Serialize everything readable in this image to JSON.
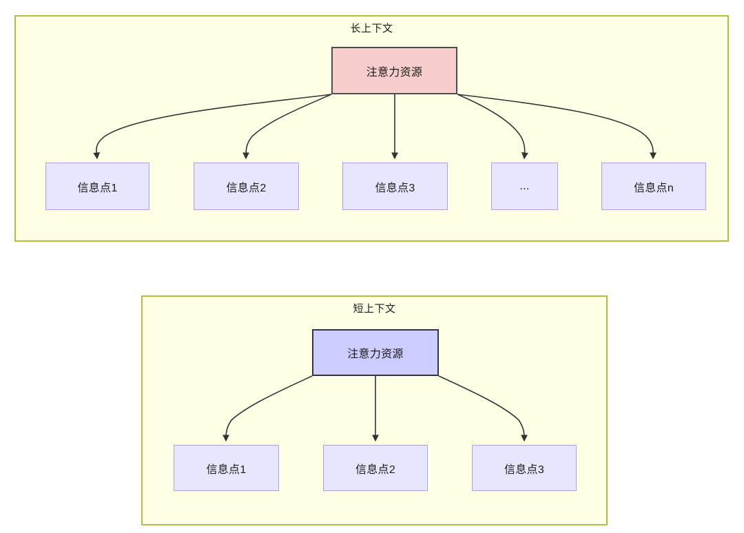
{
  "diagram": {
    "type": "concept-diagram",
    "background_color": "#ffffff",
    "group_fill": "#ffffe6",
    "group_border": "#b5bd45",
    "groups": [
      {
        "id": "long-context",
        "title": "长上下文",
        "root": {
          "label": "注意力资源",
          "fill": "#f8cecc",
          "border": "#4d4d4d"
        },
        "children": [
          {
            "label": "信息点1"
          },
          {
            "label": "信息点2"
          },
          {
            "label": "信息点3"
          },
          {
            "label": "..."
          },
          {
            "label": "信息点n"
          }
        ],
        "child_fill": "#e6e6ff",
        "child_border": "#b39ddb"
      },
      {
        "id": "short-context",
        "title": "短上下文",
        "root": {
          "label": "注意力资源",
          "fill": "#ccccff",
          "border": "#333344"
        },
        "children": [
          {
            "label": "信息点1"
          },
          {
            "label": "信息点2"
          },
          {
            "label": "信息点3"
          }
        ],
        "child_fill": "#e6e6ff",
        "child_border": "#b39ddb"
      }
    ],
    "edge_color": "#333333"
  }
}
